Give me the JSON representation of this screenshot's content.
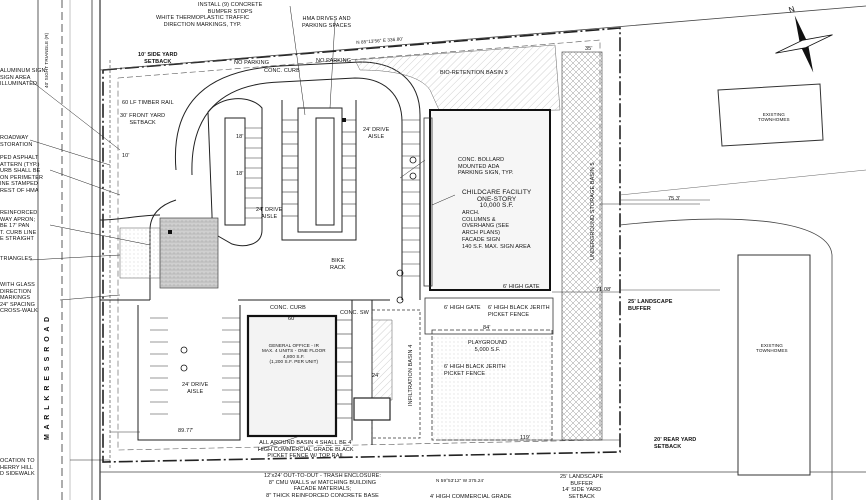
{
  "labels": {
    "install_bumper": "INSTALL (9) CONCRETE\nBUMPER STOPS",
    "white_thermo": "WHITE THERMOPLASTIC TRAFFIC\nDIRECTION MARKINGS, TYP.",
    "hma_drives": "HMA DRIVES AND\nPARKING SPACES",
    "side_yard_top": "10' SIDE YARD\nSETBACK",
    "no_parking_1": "NO PARKING",
    "no_parking_2": "NO PARKING",
    "conc_curb_top": "CONC. CURB",
    "bio_basin": "BIO-RETENTION BASIN 3",
    "timber_rail": "60 LF TIMBER RAIL",
    "front_yard": "30' FRONT YARD\nSETBACK",
    "drive_aisle_top": "24' DRIVE\nAISLE",
    "drive_aisle_mid": "24' DRIVE\nAISLE",
    "drive_aisle_low": "24' DRIVE\nAISLE",
    "conc_bollard": "CONC. BOLLARD\nMOUNTED ADA\nPARKING SIGN, TYP.",
    "childcare": "CHILDCARE FACILITY\nONE-STORY\n10,000 S.F.",
    "arch_columns": "ARCH.\nCOLUMNS & \nOVERHANG (SEE\nARCH PLANS)",
    "facade_sign": "FACADE SIGN\n140 S.F. MAX. SIGN AREA",
    "bike_rack": "BIKE\nRACK",
    "high_gate_1": "6' HIGH GATE",
    "high_gate_2": "6' HIGH GATE",
    "jerith_1": "6' HIGH BLACK JERITH\nPICKET FENCE",
    "jerith_2": "6' HIGH BLACK JERITH\nPICKET FENCE",
    "playground": "PLAYGROUND\n5,000 S.F.",
    "landscape_buffer_1": "25' LANDSCAPE\nBUFFER",
    "landscape_buffer_2": "25' LANDSCAPE\nBUFFER",
    "existing_th_1": "EXISTING\nTOWNHOMES",
    "existing_th_2": "EXISTING\nTOWNHOMES",
    "underground": "UNDERGROUND STORAGE BASIN 5",
    "general_office": "GENERAL OFFICE - IR\nMAX. 4 UNITS - ONE FLOOR\n4,800 S.F.\n(1,200 S.F. PER UNIT)",
    "conc_curb_mid": "CONC. CURB",
    "conc_sw": "CONC. SW",
    "infiltration": "INFILTRATION BASIN 4",
    "all_around": "ALL AROUND BASIN 4 SHALL BE 4'\nHIGH COMMERCIAL GRADE BLACK\nPICKET FENCE W/ TOP RAIL",
    "rear_yard": "20' REAR YARD\nSETBACK",
    "side_yard_bot": "25' LANDSCAPE\nBUFFER\n14' SIDE YARD\nSETBACK",
    "trash": "12'x24' OUT-TO-OUT - TRASH ENCLOSURE:\n8\" CMU WALLS w/ MATCHING BUILDING\nFACADE MATERIALS;\n8\" THICK REINFORCED CONCRETE BASE",
    "high_commercial": "4' HIGH COMMERCIAL GRADE",
    "left_1": "ALUMINUM SIGN\nSIGN AREA\nILLUMINATED",
    "left_2": "ROADWAY\nSTORATION",
    "left_3": "PED ASPHALT\nATTERN (TYP.)\nURB SHALL BE\nON PERIMETER\nINE STAMPED\nREST OF HMA",
    "left_4": "REINFORCED\nWAY APRON;\nBE 17' PAN\nT. CURB LINE\nE STRAIGHT",
    "left_5": "TRIANGLES",
    "left_6": "WITH GLASS\nDIRECTION\nMARKINGS\n24\" SPACING\nCROSS-WALK",
    "left_7": "OCATION TO\nHERRY HILL\nD SIDEWALK",
    "sight_triangle": "40' SIGHT TRIANGLE (R)",
    "road_name": "M A R L K R E S S   R O A D",
    "bearing_top": "N 85°13'56\" E   336.80'",
    "bearing_bot": "N 59°53'12\" W  375.24'",
    "dim_75": "75.3'",
    "dim_71": "71.08'",
    "dim_84": "84'",
    "dim_119": "119'",
    "dim_89": "89.77'",
    "dim_35": "35'",
    "dim_60": "60'",
    "dim_18a": "18'",
    "dim_18b": "18'",
    "dim_24": "24'",
    "dim_10": "10'"
  },
  "colors": {
    "line": "#222222",
    "light": "#9a9a9a",
    "hatch": "#b8b8b8",
    "fill_building": "#f3f3f3"
  },
  "icons": [
    "north-arrow-icon",
    "accessible-parking-icon",
    "stop-sign-icon"
  ]
}
